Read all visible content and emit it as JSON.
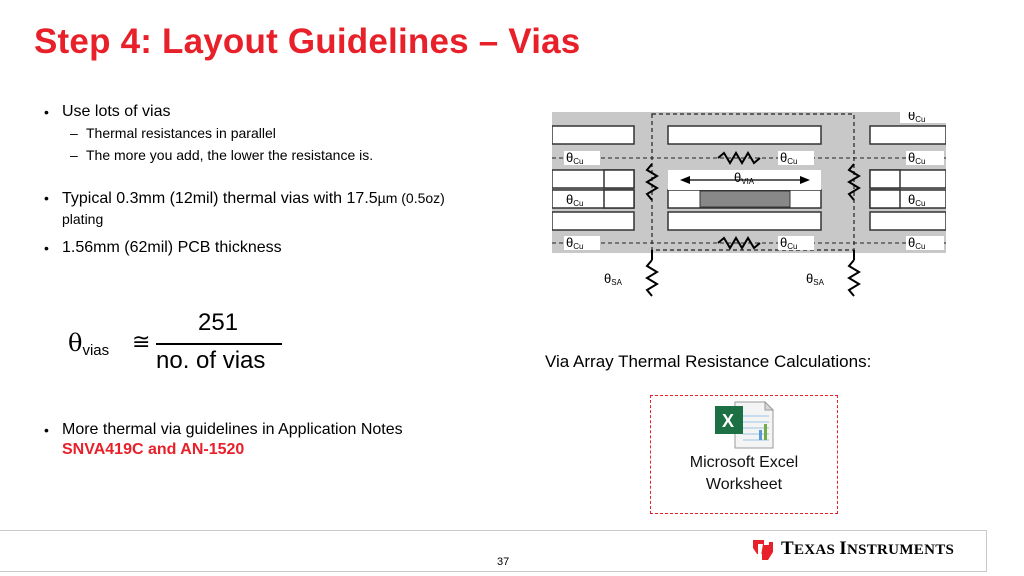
{
  "title": "Step 4: Layout Guidelines – Vias",
  "bullets": {
    "b1": "Use lots of vias",
    "b1_sub1": "Thermal resistances in parallel",
    "b1_sub2": "The more you add, the lower the resistance is.",
    "b2_part1": "Typical 0.3mm (12mil) thermal vias with 17.5",
    "b2_unit": "µm (0.5oz)",
    "b2_part2": "plating",
    "b3": "1.56mm (62mil) PCB thickness",
    "b4": "More thermal via guidelines in Application Notes",
    "b4_red": "SNVA419C and AN-1520"
  },
  "formula": {
    "symbol": "θ",
    "subscript": "vias",
    "relation": "≅",
    "numerator": "251",
    "denominator": "no. of  vias"
  },
  "diagram": {
    "theta": "θ",
    "cu": "Cu",
    "via": "VIA",
    "sa": "SA"
  },
  "caption": "Via Array Thermal Resistance Calculations:",
  "excel": {
    "line1": "Microsoft Excel",
    "line2": "Worksheet"
  },
  "footer": {
    "page": "37",
    "logo_first_cap": "T",
    "logo_first_rest": "EXAS",
    "logo_second_cap": "I",
    "logo_second_rest": "NSTRUMENTS"
  },
  "colors": {
    "accent": "#e8202a",
    "excel_green": "#1d7044"
  }
}
